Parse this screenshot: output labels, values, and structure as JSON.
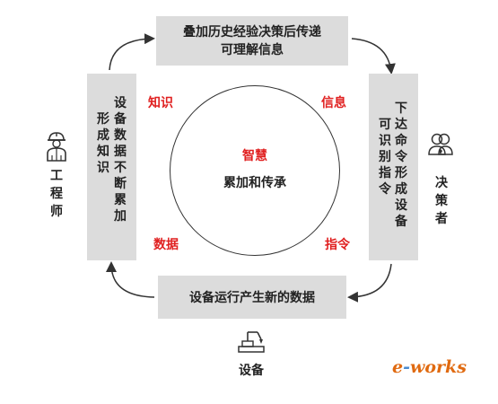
{
  "top_box": {
    "line1": "叠加历史经验决策后传递",
    "line2": "可理解信息"
  },
  "bottom_box": {
    "label": "设备运行产生新的数据"
  },
  "left_box": {
    "columns": [
      "设备数据",
      "形成知识",
      "不断累加"
    ]
  },
  "right_box": {
    "columns": [
      "下达命令",
      "可识别指令",
      "形成设备"
    ]
  },
  "corner_labels": {
    "top_left": "知识",
    "top_right": "信息",
    "bottom_left": "数据",
    "bottom_right": "指令"
  },
  "center": {
    "highlight": "智慧",
    "text": "累加和传承"
  },
  "actors": {
    "engineer": {
      "label": "工程师",
      "icon": "engineer-icon"
    },
    "decision_maker": {
      "label": "决策者",
      "icon": "users-icon"
    },
    "equipment": {
      "label": "设备",
      "icon": "machine-icon"
    }
  },
  "logo": {
    "letter": "e",
    "dash": "-",
    "text": "works"
  },
  "colors": {
    "box": "#dcdcdc",
    "accent_red": "#e02020",
    "line": "#333333",
    "logo_orange": "#e06a10"
  }
}
